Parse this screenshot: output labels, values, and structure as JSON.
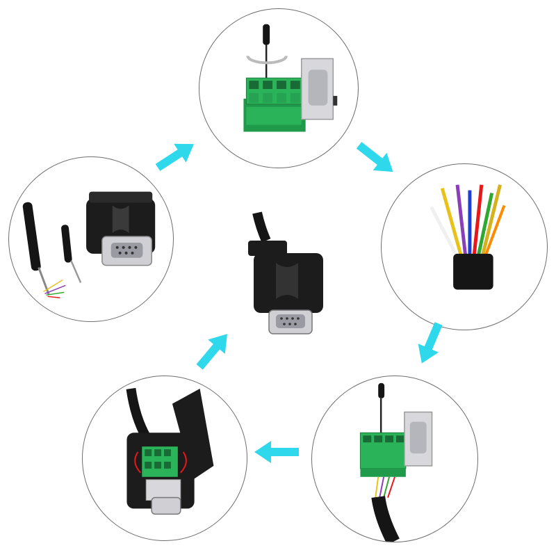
{
  "colors": {
    "arrow": "#2fd8ea",
    "circle_border": "#6e6e6e",
    "pcb_green": "#1f9a4a",
    "terminal_green": "#2bb35a",
    "connector_black": "#1c1c1c",
    "metal_silver": "#cfcfd4",
    "wire_colors": [
      "#e8c21a",
      "#8a3fb8",
      "#1b3fd8",
      "#e81818",
      "#2fa82f",
      "#f0f0f0",
      "#d6b11e",
      "#ff8a00"
    ]
  },
  "steps": [
    {
      "name": "tools-and-connector",
      "icons": [
        "screwdriver-icon",
        "db9-connector-icon"
      ]
    },
    {
      "name": "open-terminal-screws",
      "icons": [
        "screwdriver-icon",
        "rotate-arrow-icon",
        "terminal-board-icon"
      ]
    },
    {
      "name": "strip-cable-wires",
      "icons": [
        "stripped-cable-icon"
      ]
    },
    {
      "name": "insert-wires-into-terminals",
      "icons": [
        "screwdriver-icon",
        "terminal-board-icon",
        "cable-icon"
      ]
    },
    {
      "name": "place-board-in-housing",
      "icons": [
        "open-housing-icon"
      ]
    },
    {
      "name": "assembled-connector",
      "icons": [
        "db9-connector-icon",
        "cable-icon"
      ]
    }
  ]
}
